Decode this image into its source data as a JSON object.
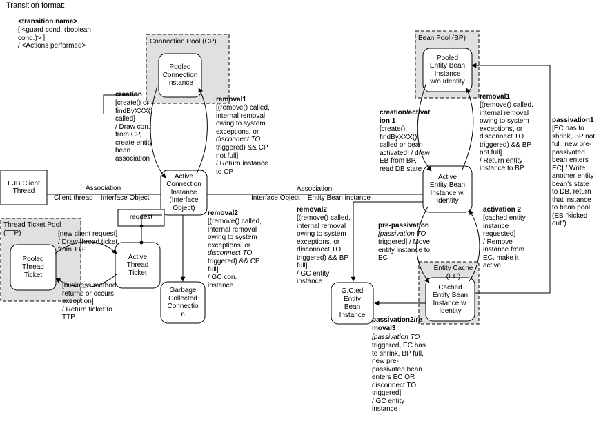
{
  "legend": {
    "title": "Transition format:",
    "name": "<transition name>",
    "guard": "[ <guard cond. (boolean\ncond.)> ]",
    "actions": "/ <Actions performed>"
  },
  "regions": {
    "connection_pool": "Connection Pool (CP)",
    "bean_pool": "Bean Pool (BP)",
    "thread_ticket_pool": "Thread Ticket Pool\n(TTP)",
    "entity_cache": "Entity Cache\n(EC)"
  },
  "states": {
    "pooled_connection": "Pooled\nConnection\nInstance",
    "pooled_entity_bean": "Pooled\nEntity Bean\nInstance\nw/o Identity",
    "ejb_client_thread": "EJB Client\nThread",
    "active_connection": "Active\nConnection\nInstance\n(Interface\nObject)",
    "active_entity_bean": "Active\nEntity Bean\nInstance w.\nIdentity",
    "request": "request",
    "pooled_thread_ticket": "Pooled\nThread\nTicket",
    "active_thread_ticket": "Active\nThread\nTicket",
    "garbage_collected_connection": "Garbage\nCollected\nConnectio\nn",
    "gced_entity_bean": "G.C:ed\nEntity\nBean\nInstance",
    "cached_entity_bean": "Cached\nEntity Bean\nInstance w.\nIdentity"
  },
  "associations": {
    "left_title": "Association",
    "left_label": "Client thread – Interface Object",
    "right_title": "Association",
    "right_label": "Interface Object – Entity Bean instance"
  },
  "transitions": {
    "creation_name": "creation",
    "creation_body": "[create() or\nfindByXXX()\ncalled]\n/ Draw con.\nfrom CP,\ncreate entity\nbean\nassociation",
    "removal1_cp_name": "removal1",
    "removal1_cp_body_a": "[(remove() called,\ninternal removal\nowing to system\nexceptions, or",
    "removal1_cp_body_italic": "disconnect TO",
    "removal1_cp_body_b": "triggered) && CP\nnot full]\n/ Return instance\nto CP",
    "removal2_cp_name": "removal2",
    "removal2_cp_body_a": "[(remove() called,\ninternal removal\nowing to system\nexceptions, or",
    "removal2_cp_body_italic": "disconnect TO",
    "removal2_cp_body_b": "triggered) && CP\nfull]\n/ GC con.\ninstance",
    "ttp_in_text": "[new client request]\n/ Draw thread ticket\nfrom TTP",
    "ttp_out_text": "[business method\nreturns or occurs\nexception]\n/ Return ticket to\nTTP",
    "creation_activation_name": "creation/activat\nion 1",
    "creation_activation_body": "[create(),\nfindByXXX()\ncalled or bean\nactivated] / draw\nEB from BP,\nread DB state",
    "removal1_bp_name": "removal1",
    "removal1_bp_body": "[(remove() called,\ninternal removal\nowing to system\nexceptions, or\ndisconnect TO\ntriggered) && BP\nnot full]\n/ Return entity\ninstance to BP",
    "passivation1_name": "passivation1",
    "passivation1_body": "[EC has to\nshrink, BP not\nfull, new pre-\npassivated\nbean enters\nEC] / Write\nanother entity\nbean's state\nto DB, return\nthat instance\nto bean pool\n(EB \"kicked\nout\")",
    "removal2_eb_name": "removal2",
    "removal2_eb_body": "[(remove() called,\ninternal removal\nowing to system\nexceptions, or\ndisconnect TO\ntriggered) && BP\nfull]\n/ GC entity\ninstance",
    "pre_passivation_name": "pre-passivation",
    "pre_passivation_italic": "[passivation TO",
    "pre_passivation_body": "triggered] / Move\nentity instance to\nEC",
    "activation2_name": "activation 2",
    "activation2_body": "[cached entity\ninstance\nrequested]\n/ Remove\ninstance from\nEC, make it\nactive",
    "passivation2_name": "passivation2/re\nmoval3",
    "passivation2_italic": "[passivation TO",
    "passivation2_body": "triggered, EC has\nto shrink, BP full,\nnew pre-\npassivated bean\nenters EC OR\ndisconnect TO\ntriggered]\n/ GC entity\ninstance"
  }
}
